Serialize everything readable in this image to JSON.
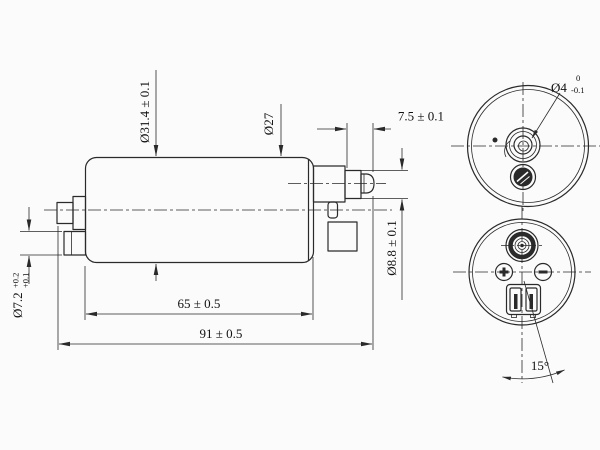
{
  "drawing": {
    "type": "engineering-drawing",
    "subject": "cylindrical fuel pump / motor unit, side elevation with two end views",
    "background": "#fbfbfb",
    "line_color": "#2a2a2a",
    "labels": {
      "phi314": "Ø31.4 ± 0.1",
      "phi27": "Ø27",
      "len75": "7.5 ± 0.1",
      "phi4_nominal": "Ø4",
      "phi4_tol_upper": "0",
      "phi4_tol_lower": "-0.1",
      "phi88": "Ø8.8 ± 0.1",
      "phi72_nominal": "Ø7.2",
      "phi72_tol_upper": "+0.2",
      "phi72_tol_lower": "+0.1",
      "len65": "65 ± 0.5",
      "len91": "91 ± 0.5",
      "angle15": "15°"
    },
    "end_view_symbols": {
      "positive_terminal": "+",
      "negative_terminal": "−"
    }
  }
}
